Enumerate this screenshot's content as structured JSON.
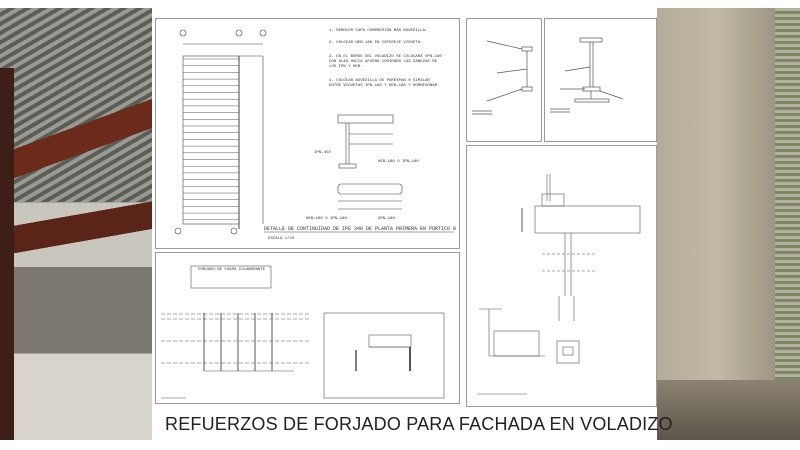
{
  "title": "REFUERZOS DE FORJADO PARA FACHADA EN VOLADIZO",
  "detail_1": {
    "notes": [
      "1. DEMOLER CAPA COMPRESIÓN MÁS BOVEDILLA.",
      "2. COLOCAR HEB-180 EN INTEREJE VIGUETA.",
      "3. EN EL BORDE DEL VOLADIZO SE COLOCARÁ UPN-180 CON ALAS HACIA AFUERA COSIENDO LAS CABEZAS DE LOS IPN Y HEB.",
      "4. COLOCAR BOVEDILLA DE POREXPAN O SIMILAR ENTRE VIGUETAS IPN-180 Y HEB-180 Y HORMIGONAR."
    ],
    "labels": [
      "IPN-450",
      "HEB-180 O IPN-180",
      "HEB-180 O IPN-180",
      "UPN-180"
    ],
    "caption": "DETALLE DE CONTINUIDAD DE IPE 340 DE PLANTA PRIMERA EN PORTICO 8",
    "scale": "ESCALA 1/10"
  },
  "detail_4": {
    "box_title": "FORJADO DE CHAPA COLABORANTE"
  }
}
